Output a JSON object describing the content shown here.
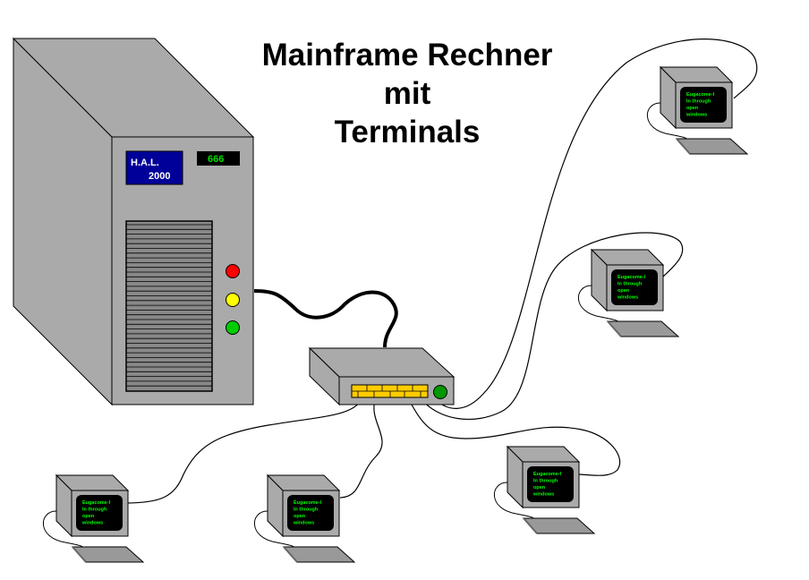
{
  "title": {
    "lines": [
      "Mainframe Rechner",
      "mit",
      "Terminals"
    ]
  },
  "mainframe": {
    "label_line1": "H.A.L.",
    "label_line2": "2000",
    "display_value": "666",
    "lights": [
      {
        "name": "red-light",
        "color": "#ff0000"
      },
      {
        "name": "yellow-light",
        "color": "#ffff00"
      },
      {
        "name": "green-light",
        "color": "#00cc00"
      }
    ],
    "colors": {
      "case": "#aaaaaa",
      "label_bg": "#000099",
      "display_bg": "#000000",
      "display_text": "#00dd00"
    }
  },
  "hub": {
    "port_count": 5,
    "colors": {
      "body": "#aaaaaa",
      "ports": "#ffcc00",
      "power": "#009900"
    }
  },
  "terminals": [
    {
      "id": "top-right",
      "screen_lines": [
        "Eugacome-l",
        "In through",
        "open",
        "windows"
      ]
    },
    {
      "id": "middle-right",
      "screen_lines": [
        "Eugacome-l",
        "In through",
        "open",
        "windows"
      ]
    },
    {
      "id": "bottom-center-right",
      "screen_lines": [
        "Eugacome-l",
        "In through",
        "open",
        "windows"
      ]
    },
    {
      "id": "bottom-center",
      "screen_lines": [
        "Eugacome-l",
        "In through",
        "open",
        "windows"
      ]
    },
    {
      "id": "bottom-left",
      "screen_lines": [
        "Eugacome-l",
        "In through",
        "open",
        "windows"
      ]
    }
  ],
  "colors": {
    "screen_text": "#00ff00",
    "gray": "#aaaaaa",
    "keyboard": "#999999"
  }
}
